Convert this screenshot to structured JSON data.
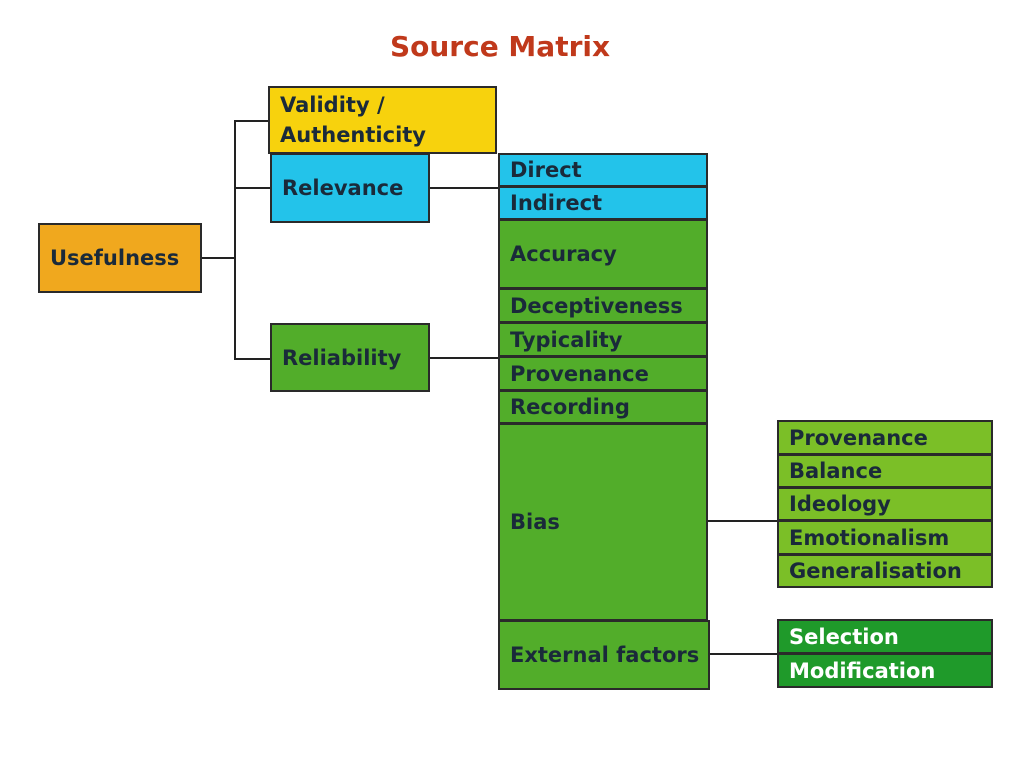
{
  "title": "Source Matrix",
  "colors": {
    "title": "#c0391b",
    "orange": "#f0a81e",
    "yellow": "#f7d20d",
    "cyan": "#23c3ea",
    "green": "#52ad2a",
    "light_green": "#7bbf27",
    "dark_green": "#1f9a2a"
  },
  "nodes": {
    "usefulness": "Usefulness",
    "validity": "Validity / Authenticity",
    "relevance": "Relevance",
    "reliability": "Reliability",
    "direct": "Direct",
    "indirect": "Indirect",
    "accuracy": "Accuracy",
    "deceptiveness": "Deceptiveness",
    "typicality": "Typicality",
    "provenance": "Provenance",
    "recording": "Recording",
    "bias": "Bias",
    "external_factors": "External factors",
    "bias_items": [
      "Provenance",
      "Balance",
      "Ideology",
      "Emotionalism",
      "Generalisation"
    ],
    "external_items": [
      "Selection",
      "Modification"
    ]
  }
}
